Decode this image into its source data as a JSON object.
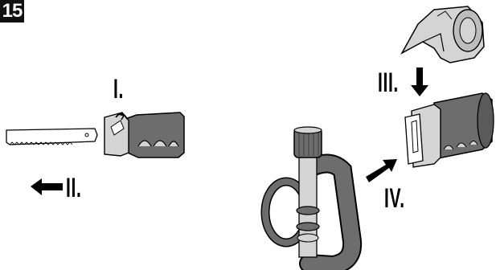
{
  "figure": {
    "number": "15"
  },
  "steps": [
    {
      "label": "I."
    },
    {
      "label": "II."
    },
    {
      "label": "III."
    },
    {
      "label": "IV."
    }
  ],
  "icons": {
    "blade": "saw-blade-icon",
    "saw": "reciprocating-saw-front-icon",
    "shoe": "foot-plate-icon",
    "tool": "tool-body-icon",
    "handle": "auxiliary-handle-icon",
    "arrow_left": "arrow-left-icon",
    "arrow_down": "arrow-down-icon",
    "arrow_diag": "arrow-up-right-icon"
  },
  "colors": {
    "body": "#6d6d6d",
    "light": "#d4d4d4",
    "dark": "#3a3a3a",
    "line": "#000000"
  }
}
